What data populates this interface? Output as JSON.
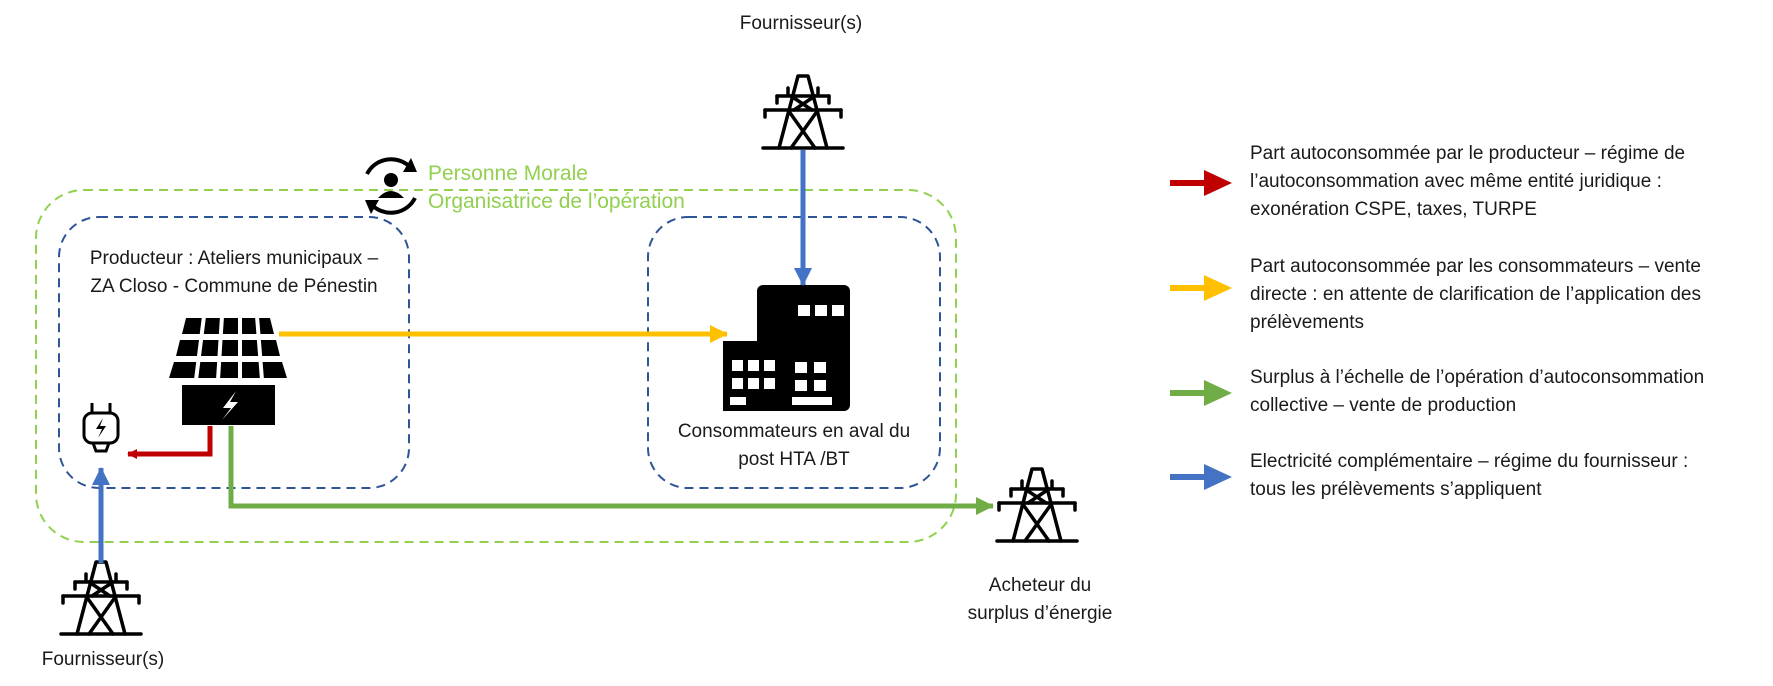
{
  "colors": {
    "red": "#c00000",
    "yellow": "#ffc000",
    "green": "#70ad47",
    "blue": "#4472c4",
    "outer_border": "#92d050",
    "inner_border": "#2f5597",
    "icon": "#000000"
  },
  "labels": {
    "supplier_top": "Fournisseur(s)",
    "supplier_bottom": "Fournisseur(s)",
    "organizer_line1": "Personne Morale",
    "organizer_line2": "Organisatrice de l’opération",
    "producer_line1": "Producteur  : Ateliers municipaux –",
    "producer_line2": "ZA Closo - Commune de Pénestin",
    "consumers_line1": "Consommateurs en aval du",
    "consumers_line2": "post HTA /BT",
    "buyer_line1": "Acheteur du",
    "buyer_line2": "surplus d’énergie"
  },
  "icons": {
    "supplier_top": "power-pylon-icon",
    "supplier_bottom": "power-pylon-icon",
    "buyer": "power-pylon-icon",
    "producer": "solar-panel-icon",
    "consumers": "buildings-icon",
    "plug": "electric-plug-icon",
    "organizer": "user-cycle-icon"
  },
  "legend": [
    {
      "color": "red",
      "lines": [
        "Part autoconsommée par le producteur – régime de",
        "l’autoconsommation avec même entité juridique :",
        "exonération CSPE, taxes, TURPE"
      ]
    },
    {
      "color": "yellow",
      "lines": [
        "Part autoconsommée par les consommateurs – vente",
        "directe : en attente de clarification de l’application des",
        "prélèvements"
      ]
    },
    {
      "color": "green",
      "lines": [
        "Surplus à l’échelle de l’opération d’autoconsommation",
        "collective – vente de production"
      ]
    },
    {
      "color": "blue",
      "lines": [
        "Electricité complémentaire – régime du fournisseur :",
        "tous les prélèvements  s’appliquent"
      ]
    }
  ]
}
